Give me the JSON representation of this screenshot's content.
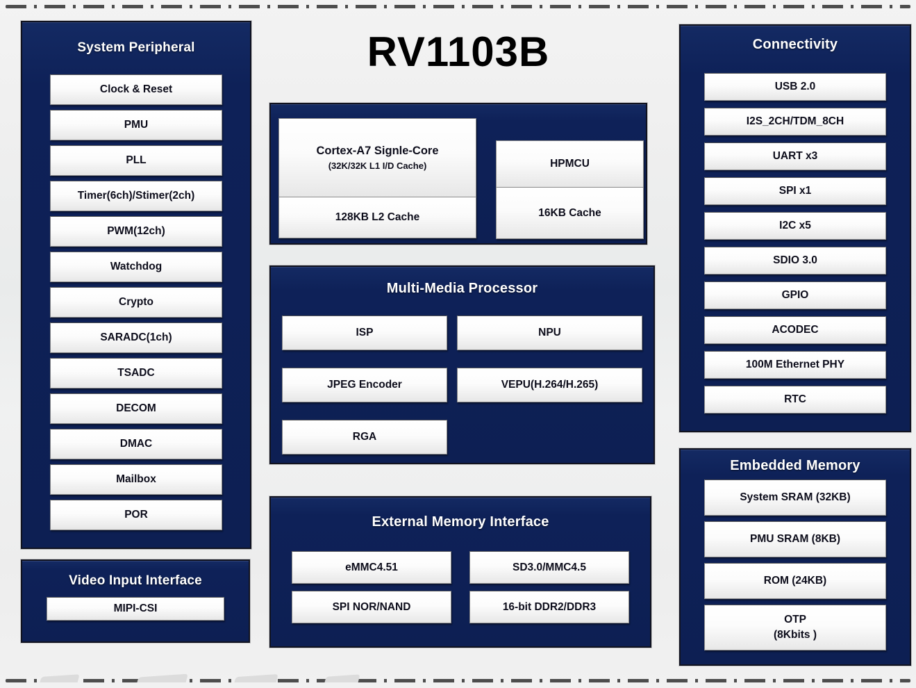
{
  "chip_title": "RV1103B",
  "panels": {
    "system_peripheral": {
      "title": "System Peripheral",
      "items": [
        "Clock & Reset",
        "PMU",
        "PLL",
        "Timer(6ch)/Stimer(2ch)",
        "PWM(12ch)",
        "Watchdog",
        "Crypto",
        "SARADC(1ch)",
        "TSADC",
        "DECOM",
        "DMAC",
        "Mailbox",
        "POR"
      ]
    },
    "video_input": {
      "title": "Video Input Interface",
      "items": [
        "MIPI-CSI"
      ]
    },
    "cpu": {
      "core_title": "Cortex-A7 Signle-Core",
      "core_subtitle": "(32K/32K L1 I/D Cache)",
      "l2_cache": "128KB L2 Cache",
      "mcu": "HPMCU",
      "mcu_cache": "16KB Cache"
    },
    "multimedia": {
      "title": "Multi-Media Processor",
      "items": [
        "ISP",
        "NPU",
        "JPEG Encoder",
        "VEPU(H.264/H.265)",
        "RGA"
      ]
    },
    "external_memory": {
      "title": "External Memory Interface",
      "items": [
        "eMMC4.51",
        "SD3.0/MMC4.5",
        "SPI NOR/NAND",
        "16-bit DDR2/DDR3"
      ]
    },
    "connectivity": {
      "title": "Connectivity",
      "items": [
        "USB 2.0",
        "I2S_2CH/TDM_8CH",
        "UART x3",
        "SPI x1",
        "I2C x5",
        "SDIO 3.0",
        "GPIO",
        "ACODEC",
        "100M Ethernet PHY",
        "RTC"
      ]
    },
    "embedded_memory": {
      "title": "Embedded Memory",
      "items": [
        "System SRAM (32KB)",
        "PMU SRAM (8KB)",
        "ROM (24KB)"
      ],
      "otp": {
        "line1": "OTP",
        "line2": "(8Kbits )"
      }
    }
  },
  "colors": {
    "panel_navy": "#0e2158",
    "box_text": "#0c0c1a",
    "heading_text": "#ffffff",
    "dash_line": "#4d4d4d",
    "background": "#efefef",
    "title_text": "#000000"
  }
}
